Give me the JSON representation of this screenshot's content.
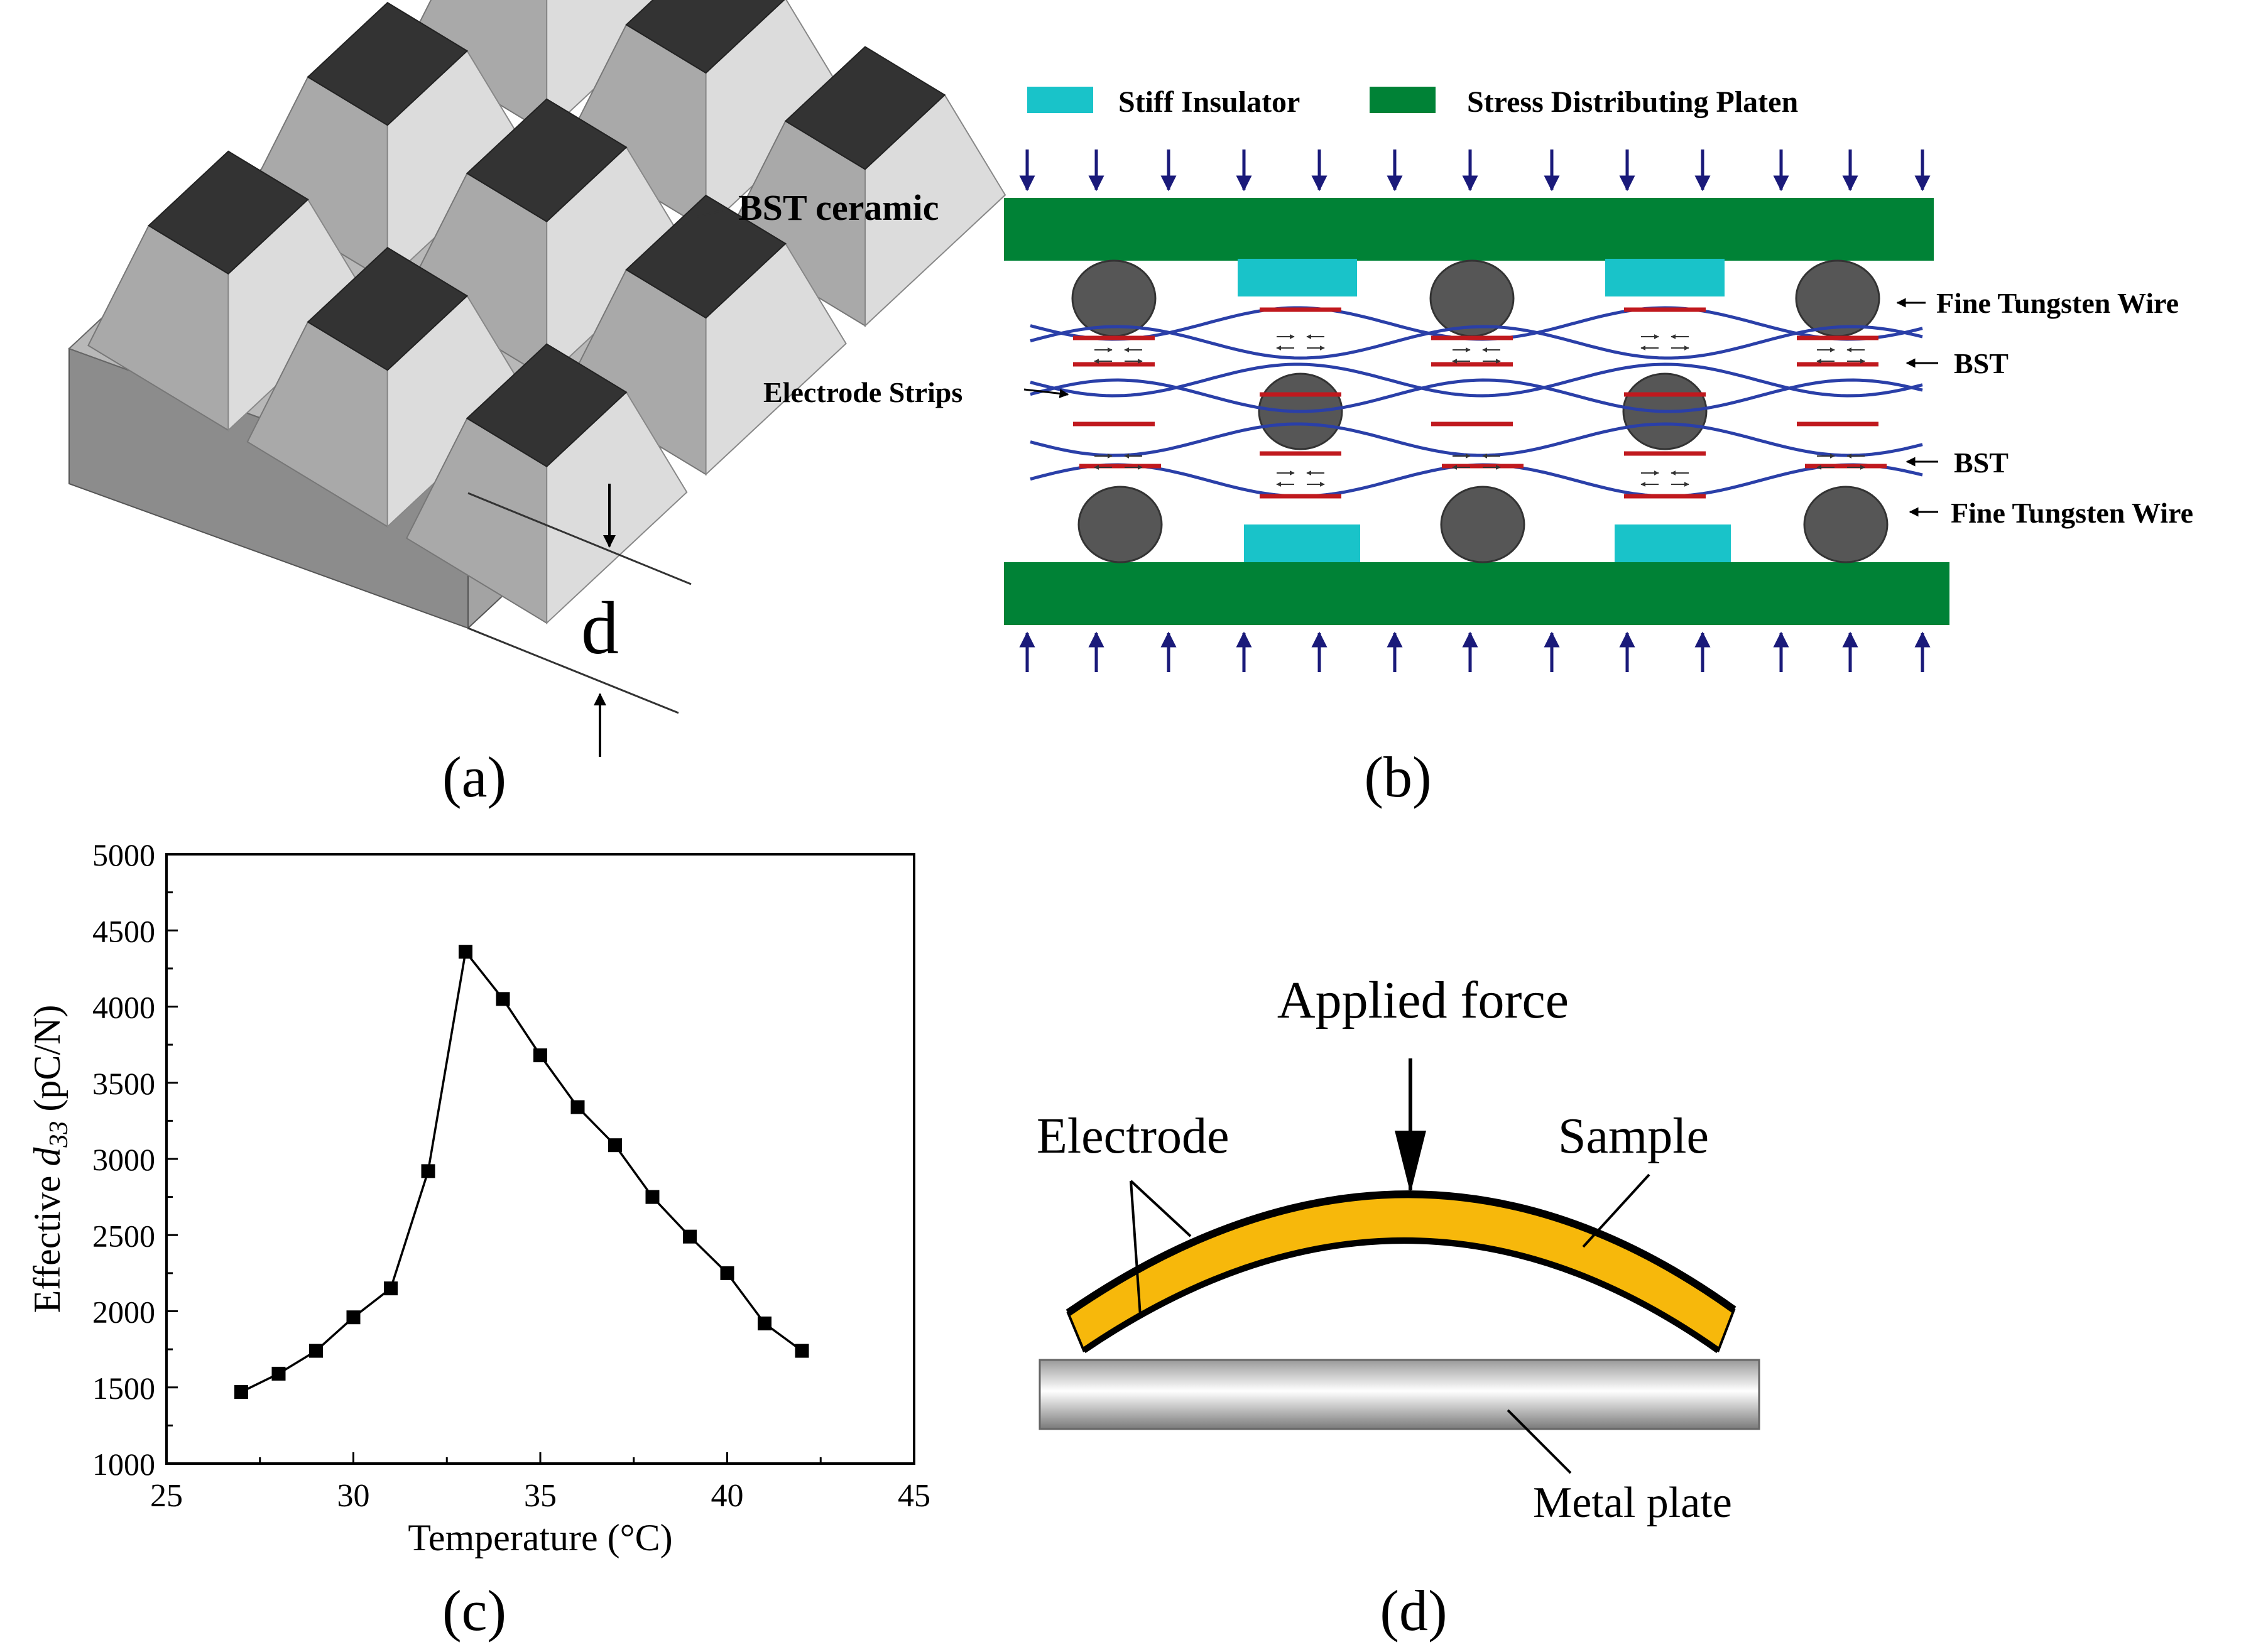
{
  "panels": {
    "a": {
      "caption": "(a)",
      "label_material": "BST ceramic",
      "label_thickness": "d"
    },
    "b": {
      "caption": "(b)",
      "legend": [
        {
          "label": "Stiff Insulator",
          "color": "#19c3c9"
        },
        {
          "label": "Stress Distributing Platen",
          "color": "#008236"
        }
      ],
      "labels": {
        "tungsten_top": "Fine Tungsten Wire",
        "bst_1": "BST",
        "bst_2": "BST",
        "tungsten_bottom": "Fine Tungsten Wire",
        "electrode_strips": "Electrode Strips"
      },
      "colors": {
        "platen": "#008236",
        "insulator": "#19c3c9",
        "wire": "#565656",
        "bst_line": "#2a3fa8",
        "electrode": "#c0191e",
        "arrow": "#1a1a7a"
      }
    },
    "c": {
      "caption": "(c)"
    },
    "d": {
      "caption": "(d)",
      "labels": {
        "applied_force": "Applied force",
        "electrode": "Electrode",
        "sample": "Sample",
        "metal_plate": "Metal plate"
      },
      "colors": {
        "sample": "#f7b80b"
      }
    }
  },
  "chart_data": {
    "type": "line",
    "title": "",
    "xlabel": "Temperature (°C)",
    "ylabel_prefix": "Effective ",
    "ylabel_symbol": "d",
    "ylabel_subscript": "33",
    "ylabel_suffix": " (pC/N)",
    "xlim": [
      25,
      45
    ],
    "ylim": [
      1000,
      5000
    ],
    "xticks": [
      "25",
      "30",
      "35",
      "40",
      "45"
    ],
    "yticks": [
      "1000",
      "1500",
      "2000",
      "2500",
      "3000",
      "3500",
      "4000",
      "4500",
      "5000"
    ],
    "x": [
      27,
      28,
      29,
      30,
      31,
      32,
      33,
      34,
      35,
      36,
      37,
      38,
      39,
      40,
      41,
      42
    ],
    "series": [
      {
        "values": [
          1470,
          1590,
          1740,
          1960,
          2150,
          2920,
          4360,
          4050,
          3680,
          3340,
          3090,
          2750,
          2490,
          2250,
          1920,
          1740
        ]
      }
    ],
    "grid": false,
    "legend": "none",
    "marker": "square"
  }
}
